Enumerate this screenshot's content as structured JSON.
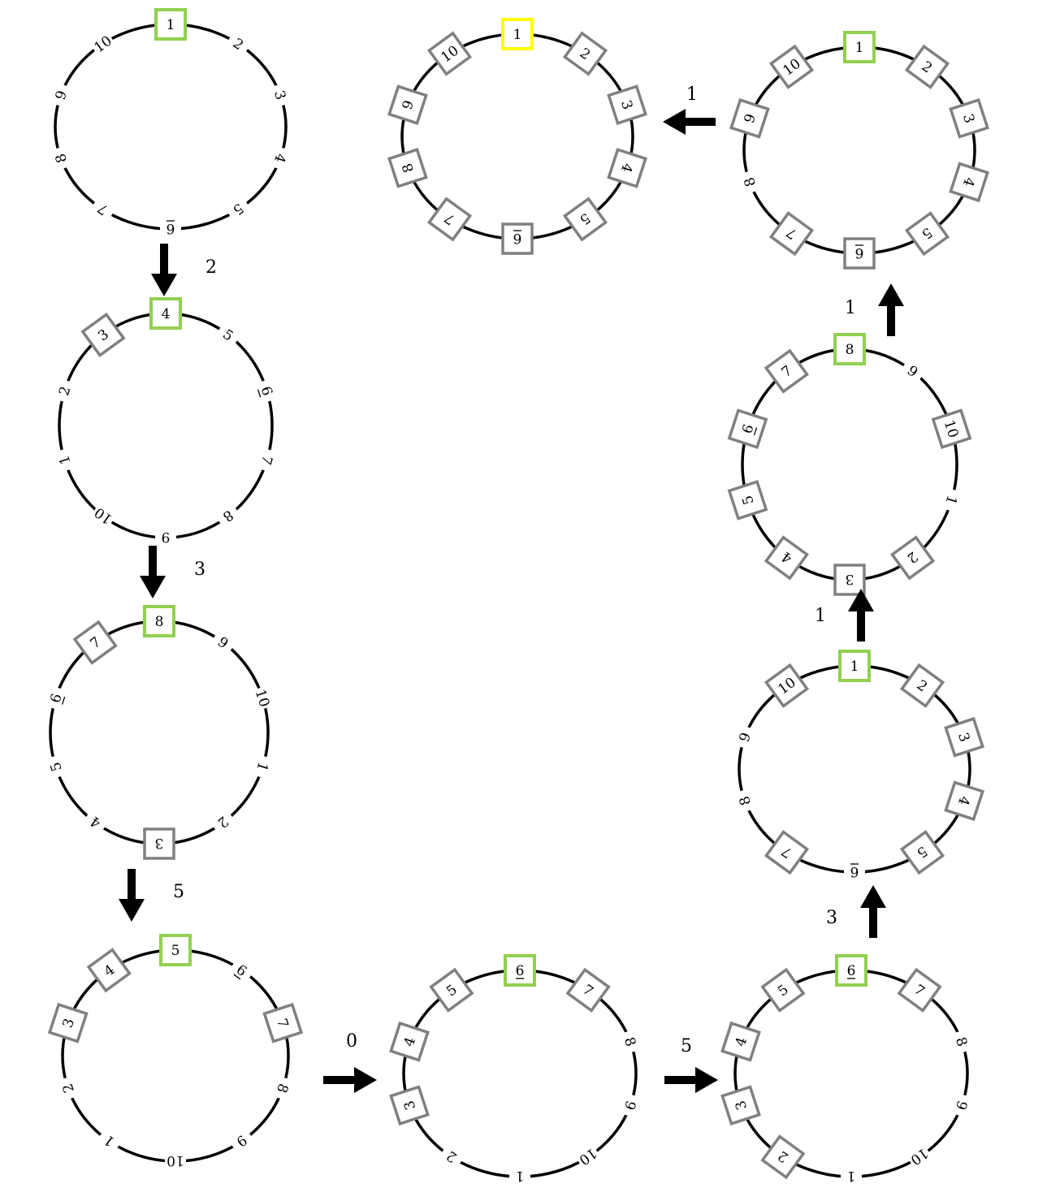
{
  "colors": {
    "ring": "#000000",
    "box": "#808080",
    "current": "#92d050",
    "final": "#ffff00"
  },
  "labels": [
    "1",
    "2",
    "3",
    "4",
    "5",
    "6",
    "7",
    "8",
    "9",
    "10"
  ],
  "underlined_label": "6",
  "rings": [
    {
      "top": "1",
      "highlight": "current",
      "boxed": []
    },
    {
      "top": "4",
      "highlight": "current",
      "boxed": [
        "3"
      ]
    },
    {
      "top": "8",
      "highlight": "current",
      "boxed": [
        "7",
        "3"
      ]
    },
    {
      "top": "5",
      "highlight": "current",
      "boxed": [
        "4",
        "3",
        "7"
      ]
    },
    {
      "top": "6",
      "highlight": "current",
      "boxed": [
        "5",
        "4",
        "3",
        "7"
      ]
    },
    {
      "top": "6",
      "highlight": "current",
      "boxed": [
        "5",
        "4",
        "3",
        "2",
        "7"
      ]
    },
    {
      "top": "1",
      "highlight": "current",
      "boxed": [
        "10",
        "2",
        "3",
        "4",
        "5",
        "7"
      ]
    },
    {
      "top": "8",
      "highlight": "current",
      "boxed": [
        "7",
        "6",
        "5",
        "4",
        "3",
        "2",
        "10"
      ]
    },
    {
      "top": "1",
      "highlight": "current",
      "boxed": [
        "10",
        "9",
        "2",
        "3",
        "4",
        "5",
        "6",
        "7"
      ]
    },
    {
      "top": "1",
      "highlight": "final",
      "boxed": [
        "2",
        "3",
        "4",
        "5",
        "6",
        "7",
        "8",
        "9",
        "10"
      ]
    }
  ],
  "steps": [
    {
      "from": 0,
      "to": 1,
      "label": "2",
      "direction": "down"
    },
    {
      "from": 1,
      "to": 2,
      "label": "3",
      "direction": "down"
    },
    {
      "from": 2,
      "to": 3,
      "label": "5",
      "direction": "down"
    },
    {
      "from": 3,
      "to": 4,
      "label": "0",
      "direction": "right"
    },
    {
      "from": 4,
      "to": 5,
      "label": "5",
      "direction": "right"
    },
    {
      "from": 5,
      "to": 6,
      "label": "3",
      "direction": "up"
    },
    {
      "from": 6,
      "to": 7,
      "label": "1",
      "direction": "up"
    },
    {
      "from": 7,
      "to": 8,
      "label": "1",
      "direction": "up"
    },
    {
      "from": 8,
      "to": 9,
      "label": "1",
      "direction": "left"
    }
  ]
}
